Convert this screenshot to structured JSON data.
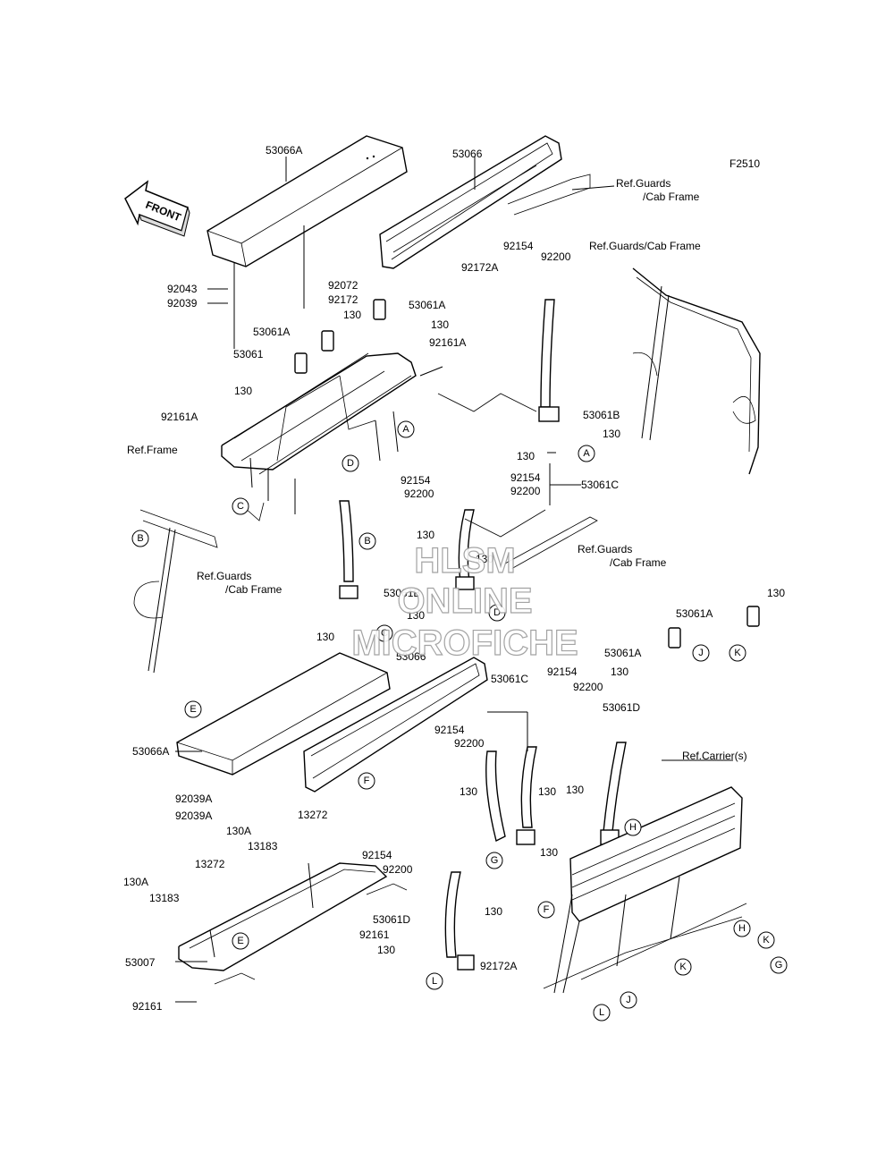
{
  "figure_code": "F2510",
  "front_arrow_label": "FRONT",
  "watermark": [
    "HLSM",
    "ONLINE",
    "MICROFICHE"
  ],
  "part_labels": [
    {
      "id": "53066A-top",
      "text": "53066A"
    },
    {
      "id": "53066-top",
      "text": "53066"
    },
    {
      "id": "92043",
      "text": "92043"
    },
    {
      "id": "92039",
      "text": "92039"
    },
    {
      "id": "92072",
      "text": "92072"
    },
    {
      "id": "92172",
      "text": "92172"
    },
    {
      "id": "92172A-top",
      "text": "92172A"
    },
    {
      "id": "92154-top1",
      "text": "92154"
    },
    {
      "id": "92200-top1",
      "text": "92200"
    },
    {
      "id": "53061A-1",
      "text": "53061A"
    },
    {
      "id": "130-1",
      "text": "130"
    },
    {
      "id": "53061A-2",
      "text": "53061A"
    },
    {
      "id": "130-2",
      "text": "130"
    },
    {
      "id": "92161A-1",
      "text": "92161A"
    },
    {
      "id": "53061",
      "text": "53061"
    },
    {
      "id": "130-3",
      "text": "130"
    },
    {
      "id": "92161A-2",
      "text": "92161A"
    },
    {
      "id": "53061B-1",
      "text": "53061B"
    },
    {
      "id": "130-4",
      "text": "130"
    },
    {
      "id": "130-5",
      "text": "130"
    },
    {
      "id": "92154-mid1",
      "text": "92154"
    },
    {
      "id": "92200-mid1",
      "text": "92200"
    },
    {
      "id": "92154-mid2",
      "text": "92154"
    },
    {
      "id": "92200-mid2",
      "text": "92200"
    },
    {
      "id": "53061C-1",
      "text": "53061C"
    },
    {
      "id": "130-6",
      "text": "130"
    },
    {
      "id": "130-7",
      "text": "130"
    },
    {
      "id": "53061B-2",
      "text": "53061B"
    },
    {
      "id": "130-8",
      "text": "130"
    },
    {
      "id": "130-9",
      "text": "130"
    },
    {
      "id": "130-10",
      "text": "130"
    },
    {
      "id": "53061A-3",
      "text": "53061A"
    },
    {
      "id": "53061A-4",
      "text": "53061A"
    },
    {
      "id": "130-11",
      "text": "130"
    },
    {
      "id": "53066-bot",
      "text": "53066"
    },
    {
      "id": "53061C-2",
      "text": "53061C"
    },
    {
      "id": "92154-bot1",
      "text": "92154"
    },
    {
      "id": "92200-bot1",
      "text": "92200"
    },
    {
      "id": "53061D-1",
      "text": "53061D"
    },
    {
      "id": "92154-bot2",
      "text": "92154"
    },
    {
      "id": "92200-bot2",
      "text": "92200"
    },
    {
      "id": "53066A-bot",
      "text": "53066A"
    },
    {
      "id": "92039A-1",
      "text": "92039A"
    },
    {
      "id": "92039A-2",
      "text": "92039A"
    },
    {
      "id": "130-12",
      "text": "130"
    },
    {
      "id": "130-13",
      "text": "130"
    },
    {
      "id": "130-14",
      "text": "130"
    },
    {
      "id": "130-15",
      "text": "130"
    },
    {
      "id": "13272-1",
      "text": "13272"
    },
    {
      "id": "130A-1",
      "text": "130A"
    },
    {
      "id": "13183-1",
      "text": "13183"
    },
    {
      "id": "13272-2",
      "text": "13272"
    },
    {
      "id": "130A-2",
      "text": "130A"
    },
    {
      "id": "13183-2",
      "text": "13183"
    },
    {
      "id": "53007",
      "text": "53007"
    },
    {
      "id": "92161-1",
      "text": "92161"
    },
    {
      "id": "92161-2",
      "text": "92161"
    },
    {
      "id": "92154-bot3",
      "text": "92154"
    },
    {
      "id": "92200-bot3",
      "text": "92200"
    },
    {
      "id": "53061D-2",
      "text": "53061D"
    },
    {
      "id": "130-16",
      "text": "130"
    },
    {
      "id": "130-17",
      "text": "130"
    },
    {
      "id": "92172A-bot",
      "text": "92172A"
    }
  ],
  "ref_labels": [
    {
      "id": "ref-guards-1a",
      "text": "Ref.Guards"
    },
    {
      "id": "ref-guards-1b",
      "text": "/Cab Frame"
    },
    {
      "id": "ref-guards-2",
      "text": "Ref.Guards/Cab Frame"
    },
    {
      "id": "ref-frame",
      "text": "Ref.Frame"
    },
    {
      "id": "ref-guards-3a",
      "text": "Ref.Guards"
    },
    {
      "id": "ref-guards-3b",
      "text": "/Cab Frame"
    },
    {
      "id": "ref-guards-4a",
      "text": "Ref.Guards"
    },
    {
      "id": "ref-guards-4b",
      "text": "/Cab Frame"
    },
    {
      "id": "ref-carrier",
      "text": "Ref.Carrier(s)"
    }
  ],
  "callouts": [
    {
      "id": "A-1",
      "text": "A"
    },
    {
      "id": "A-2",
      "text": "A"
    },
    {
      "id": "B-1",
      "text": "B"
    },
    {
      "id": "B-2",
      "text": "B"
    },
    {
      "id": "C-1",
      "text": "C"
    },
    {
      "id": "C-2",
      "text": "C"
    },
    {
      "id": "D-1",
      "text": "D"
    },
    {
      "id": "D-2",
      "text": "D"
    },
    {
      "id": "E-1",
      "text": "E"
    },
    {
      "id": "E-2",
      "text": "E"
    },
    {
      "id": "F-1",
      "text": "F"
    },
    {
      "id": "F-2",
      "text": "F"
    },
    {
      "id": "G-1",
      "text": "G"
    },
    {
      "id": "G-2",
      "text": "G"
    },
    {
      "id": "H-1",
      "text": "H"
    },
    {
      "id": "H-2",
      "text": "H"
    },
    {
      "id": "J-1",
      "text": "J"
    },
    {
      "id": "J-2",
      "text": "J"
    },
    {
      "id": "K-1",
      "text": "K"
    },
    {
      "id": "K-2",
      "text": "K"
    },
    {
      "id": "K-3",
      "text": "K"
    },
    {
      "id": "L-1",
      "text": "L"
    },
    {
      "id": "L-2",
      "text": "L"
    }
  ]
}
